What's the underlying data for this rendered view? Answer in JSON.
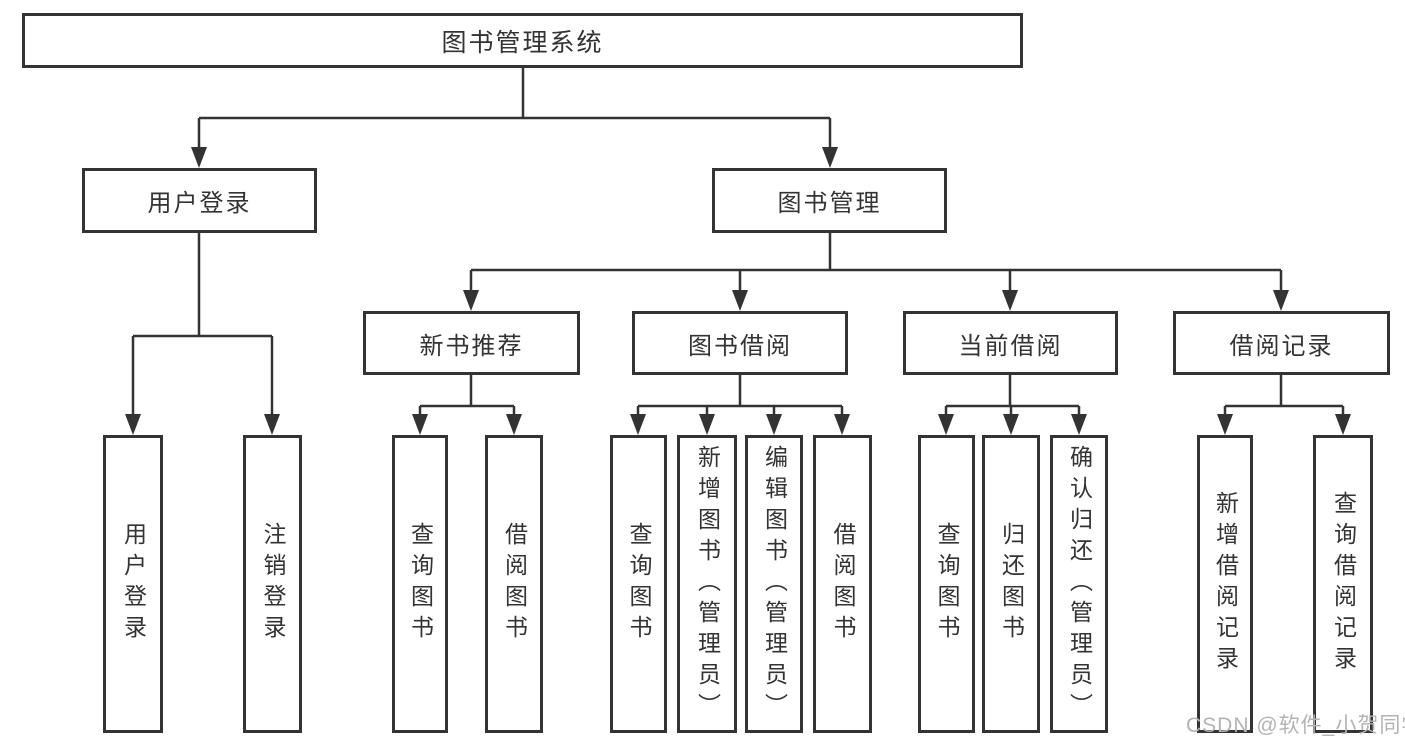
{
  "root": {
    "label": "图书管理系统"
  },
  "tree": {
    "user_login": {
      "label": "用户登录",
      "children": [
        {
          "label": "用户登录"
        },
        {
          "label": "注销登录"
        }
      ]
    },
    "book_mgmt": {
      "label": "图书管理",
      "children": [
        {
          "label": "新书推荐",
          "children": [
            {
              "label": "查询图书"
            },
            {
              "label": "借阅图书"
            }
          ]
        },
        {
          "label": "图书借阅",
          "children": [
            {
              "label": "查询图书"
            },
            {
              "label": "新增图书（管理员）"
            },
            {
              "label": "编辑图书（管理员）"
            },
            {
              "label": "借阅图书"
            }
          ]
        },
        {
          "label": "当前借阅",
          "children": [
            {
              "label": "查询图书"
            },
            {
              "label": "归还图书"
            },
            {
              "label": "确认归还（管理员）"
            }
          ]
        },
        {
          "label": "借阅记录",
          "children": [
            {
              "label": "新增借阅记录"
            },
            {
              "label": "查询借阅记录"
            }
          ]
        }
      ]
    }
  },
  "watermark": {
    "text": "CSDN @软件_小贺同学"
  },
  "colors": {
    "line": "#333333",
    "text": "#333333",
    "background": "#ffffff",
    "watermark": "#b3b3b3"
  }
}
